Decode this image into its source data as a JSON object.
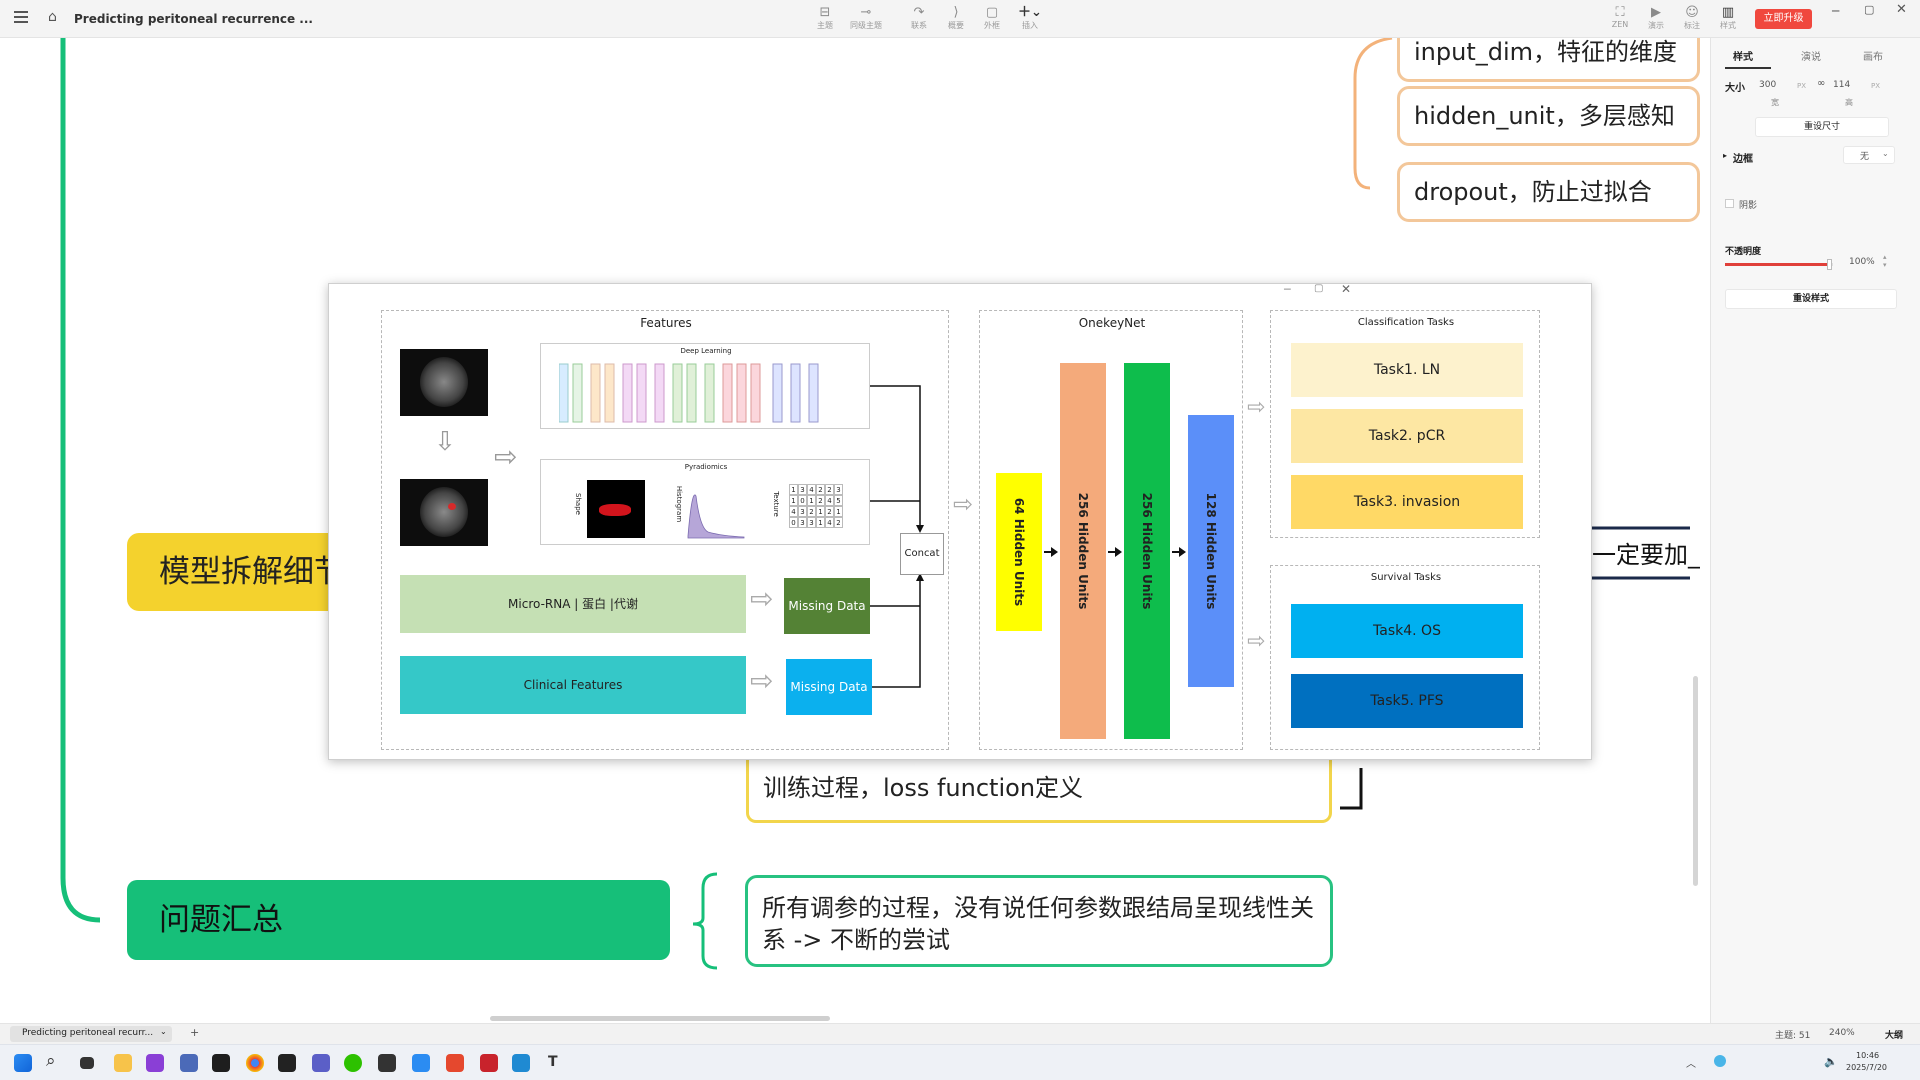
{
  "window": {
    "title": "Predicting peritoneal recurrence ..."
  },
  "toolbar": {
    "items": [
      "主题",
      "同级主题",
      "联系",
      "概要",
      "外框",
      "插入"
    ],
    "right": [
      "ZEN",
      "演示",
      "标注",
      "样式"
    ],
    "upgrade_label": "立即升级"
  },
  "mindmap": {
    "pill1": "input_dim，特征的维度",
    "pill2": "hidden_unit，多层感知",
    "pill3": "dropout，防止过拟合",
    "topic_model": "模型拆解细节",
    "right_fragment": "一定要加_",
    "train_node": "训练过程，loss function定义",
    "topic_problems": "问题汇总",
    "problems_note": "所有调参的过程，没有说任何参数跟结局呈现线性关系 -> 不断的尝试"
  },
  "popup": {
    "features": {
      "title": "Features",
      "deep_learning": "Deep Learning",
      "pyradiomics": "Pyradiomics",
      "shape": "Shape",
      "histogram": "Histogram",
      "texture": "Texture",
      "microrna": "Micro-RNA | 蛋白 |代谢",
      "clinical": "Clinical Features",
      "missing1": "Missing Data",
      "missing2": "Missing Data",
      "concat": "Concat",
      "matrix": [
        "1",
        "3",
        "4",
        "2",
        "2",
        "3",
        "1",
        "0",
        "1",
        "2",
        "4",
        "5",
        "4",
        "3",
        "2",
        "1",
        "2",
        "1",
        "0",
        "3",
        "3",
        "1",
        "4",
        "2"
      ]
    },
    "onekey": {
      "title": "OnekeyNet",
      "layers": [
        "64 Hidden Units",
        "256 Hidden Units",
        "256 Hidden Units",
        "128 Hidden Units"
      ]
    },
    "classification": {
      "title": "Classification Tasks",
      "tasks": [
        "Task1. LN",
        "Task2. pCR",
        "Task3. invasion"
      ]
    },
    "survival": {
      "title": "Survival Tasks",
      "tasks": [
        "Task4. OS",
        "Task5. PFS"
      ]
    }
  },
  "panel": {
    "tabs": [
      "样式",
      "演说",
      "画布"
    ],
    "size_label": "大小",
    "width": "300",
    "height": "114",
    "px": "PX",
    "w_label": "宽",
    "h_label": "高",
    "reset_size": "重设尺寸",
    "border_label": "边框",
    "border_value": "无",
    "shadow_label": "阴影",
    "opacity_label": "不透明度",
    "opacity_value": "100%",
    "opacity": 1.0,
    "reset_style": "重设样式"
  },
  "status": {
    "tab": "Predicting peritoneal recurr...",
    "topics": "主题: 51",
    "zoom": "240%",
    "outline": "大纲"
  },
  "taskbar": {
    "time": "10:46",
    "date": "2025/7/20"
  },
  "colors": {
    "green_topic": "#16bf79",
    "yellow_topic": "#f4d22d",
    "orange_line": "#f3b27a",
    "yellow_node_border": "#f2d54b",
    "green_node_border": "#28c281",
    "layer64": "#ffff00",
    "layer256a": "#f4aa7b",
    "layer256b": "#0ebd4c",
    "layer128": "#5b8ff9"
  }
}
